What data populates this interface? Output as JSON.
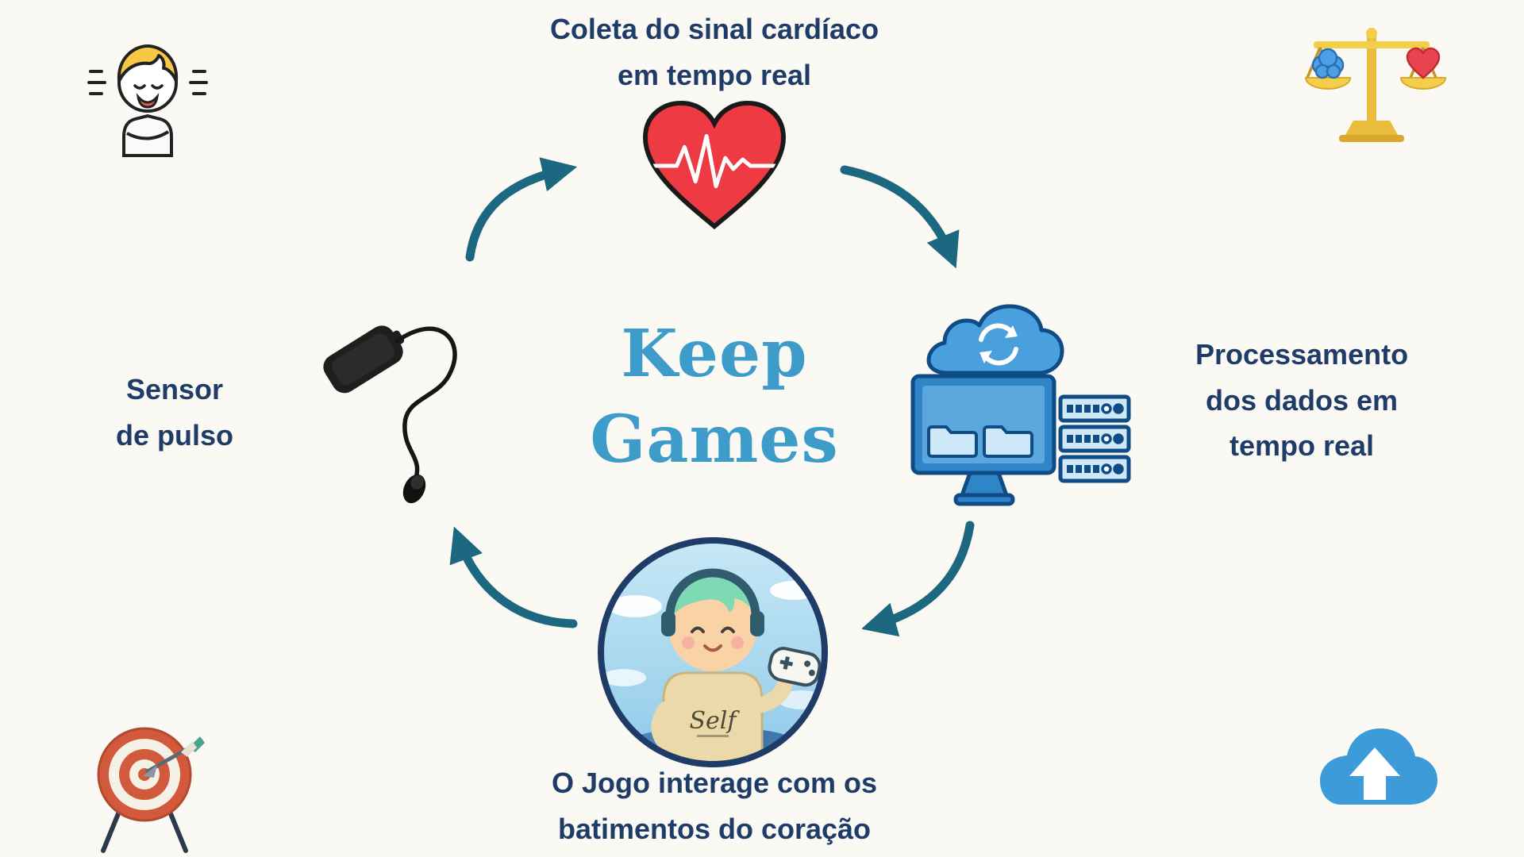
{
  "title": {
    "line1": "Keep",
    "line2": "Games"
  },
  "labels": {
    "collect": {
      "line1": "Coleta do sinal cardíaco",
      "line2": "em tempo real"
    },
    "process": {
      "line1": "Processamento",
      "line2": "dos dados em",
      "line3": "tempo real"
    },
    "game": {
      "line1": "O Jogo interage com os",
      "line2": "batimentos do coração"
    },
    "sensor": {
      "line1": "Sensor",
      "line2": "de pulso"
    }
  },
  "avatar": {
    "shirt_text": "Self"
  },
  "colors": {
    "background": "#FAF9F4",
    "text_navy": "#1F3C68",
    "title_teal": "#3D9CC9",
    "arrow_teal": "#1B6880",
    "heart_red": "#EE3B43",
    "cloud_blue": "#3D9BD9",
    "icon_blue_dark": "#0F4C86",
    "gold": "#E9BE3C",
    "target_red": "#D2593C"
  },
  "icons": {
    "top": "heart-ecg-icon",
    "right": "cloud-data-processing-icon",
    "bottom": "relaxed-gamer-avatar",
    "left": "pulse-sensor-image",
    "corner_top_left": "breathing-boy-icon",
    "corner_top_right": "brain-heart-scale-icon",
    "corner_bottom_left": "target-arrow-icon",
    "corner_bottom_right": "cloud-upload-icon",
    "cycle": "circular-arrows"
  }
}
